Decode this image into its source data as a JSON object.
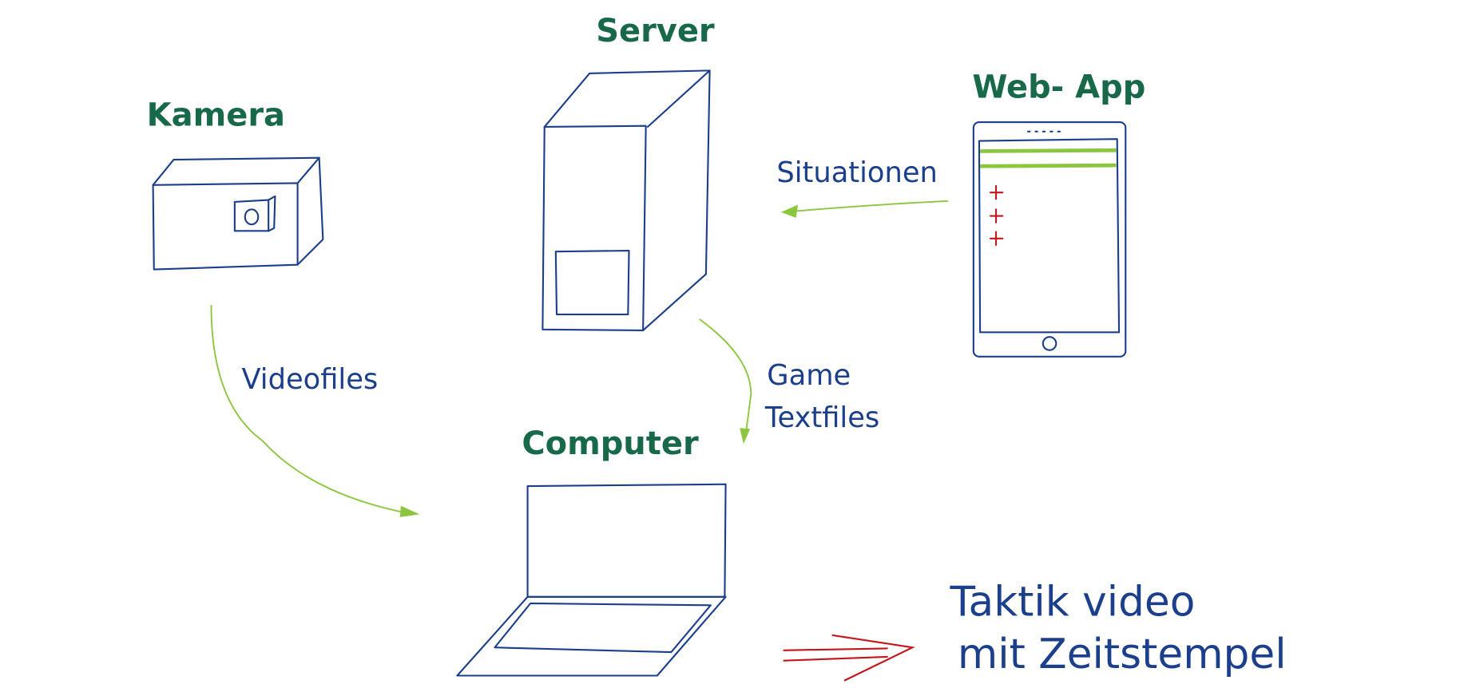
{
  "nodes": {
    "server": "Server",
    "camera": "Kamera",
    "web_app": "Web- App",
    "computer": "Computer"
  },
  "edges": {
    "situations": "Situationen",
    "videofiles": "Videofiles",
    "game_textfiles_line1": "Game",
    "game_textfiles_line2": "Textfiles"
  },
  "output": {
    "line1": "Taktik video",
    "line2": "mit Zeitstempel"
  },
  "colors": {
    "label_green": "#17694a",
    "ink_blue": "#1c3f8c",
    "arrow_green": "#8cc63f",
    "accent_red": "#c4161c"
  }
}
